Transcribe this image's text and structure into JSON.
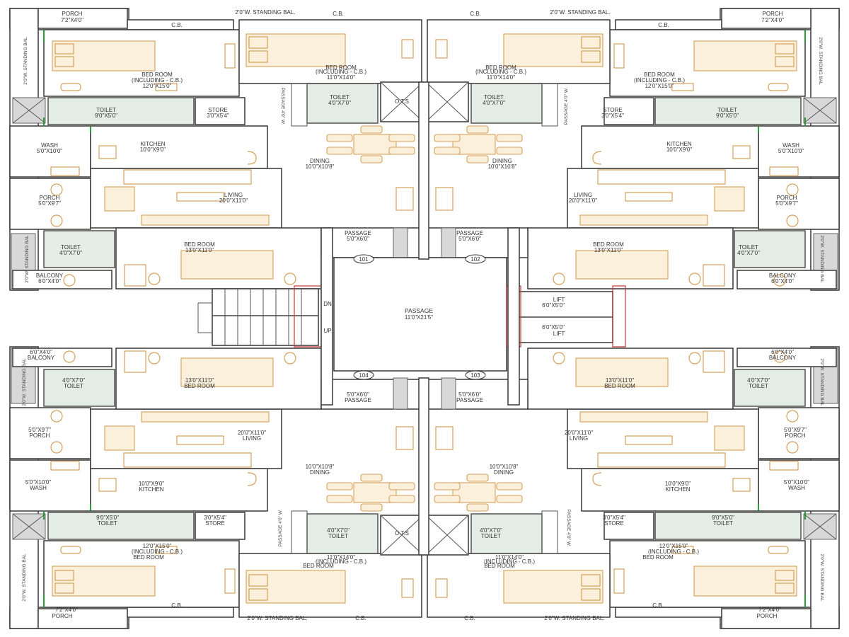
{
  "rooms": {
    "porch": "PORCH",
    "porch_dim_small": "7'2\"X4'0\"",
    "porch_dim_mid": "5'0\"X9'7\"",
    "cb": "C.B.",
    "standing_bal": "2'0\"W. STANDING BAL.",
    "standing_bal_v": "2'0\"W. STANDING BAL",
    "bedroom": "BED ROOM",
    "including_cb": "(INCLUDING - C.B.)",
    "master_dim": "12'0\"X15'0\"",
    "second_dim": "11'0\"X14'0\"",
    "bedroom_dim": "13'0\"X11'0\"",
    "toilet": "TOILET",
    "toilet_dim_small": "4'0\"X7'0\"",
    "toilet_dim_big": "9'0\"X5'0\"",
    "store": "STORE",
    "store_dim": "3'0\"X5'4\"",
    "wash": "WASH",
    "wash_dim": "5'0\"X10'0\"",
    "kitchen": "KITCHEN",
    "kitchen_dim": "10'0\"X9'0\"",
    "dining": "DINING",
    "dining_dim": "10'0\"X10'8\"",
    "living": "LIVING",
    "living_dim": "20'0\"X11'0\"",
    "passage": "PASSAGE",
    "passage_dim": "5'0\"X6'0\"",
    "balcony": "BALCONY",
    "balcony_dim": "6'0\"X4'0\"",
    "ots": "O.T.S",
    "passage_v": "PASSAGE 4'0\" W."
  },
  "core": {
    "passage": "PASSAGE",
    "passage_dim": "11'0\"X21'5\"",
    "lift": "LIFT",
    "lift_dim": "6'0\"X5'0\"",
    "stair_dn": "DN",
    "stair_up": "UP"
  },
  "units": {
    "u101": "101",
    "u102": "102",
    "u103": "103",
    "u104": "104"
  }
}
